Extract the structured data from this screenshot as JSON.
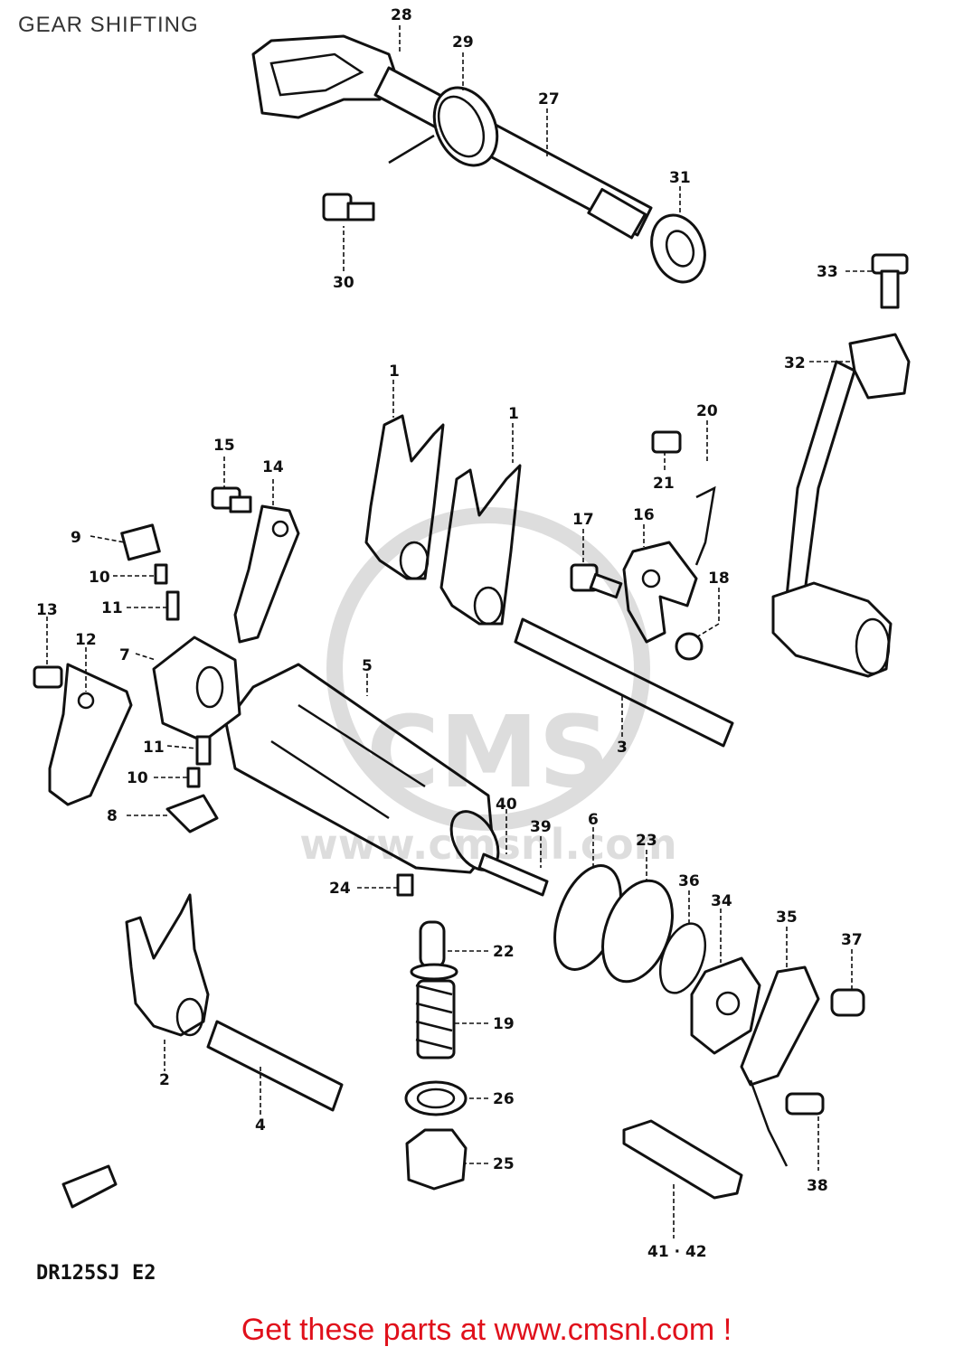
{
  "title": "GEAR SHIFTING",
  "model_code": "DR125SJ  E2",
  "footer_text": "Get these parts at www.cmsnl.com !",
  "watermark": {
    "logo_text": "CMS",
    "url_text": "www.cmsnl.com"
  },
  "colors": {
    "footer": "#e0101b",
    "line": "#111111",
    "background": "#ffffff"
  },
  "callouts": [
    "28",
    "29",
    "27",
    "31",
    "30",
    "33",
    "32",
    "1",
    "1",
    "20",
    "21",
    "15",
    "14",
    "17",
    "16",
    "9",
    "10",
    "11",
    "18",
    "13",
    "12",
    "7",
    "5",
    "3",
    "11",
    "10",
    "8",
    "40",
    "39",
    "6",
    "23",
    "36",
    "34",
    "35",
    "37",
    "24",
    "22",
    "19",
    "26",
    "25",
    "2",
    "4",
    "38",
    "41 · 42"
  ]
}
